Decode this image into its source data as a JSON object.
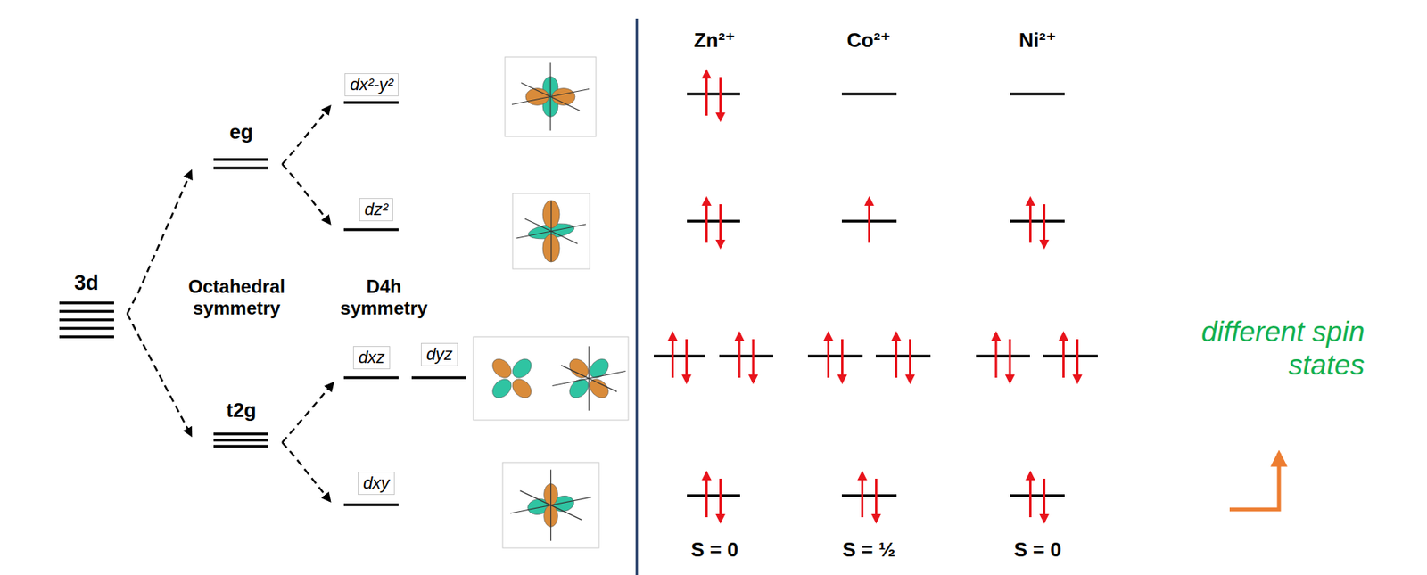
{
  "diagram": {
    "nodes": [
      {
        "text": [
          "dx²-y²"
        ]
      },
      {
        "text": [
          "dz²"
        ]
      },
      {
        "text": [
          "dxz"
        ]
      },
      {
        "text": [
          "dyz"
        ]
      },
      {
        "text": [
          "dxy"
        ]
      }
    ],
    "labels": [
      "3d",
      "eg",
      "Octahedral symmetry",
      "D4h symmetry",
      "t2g",
      "Zn²⁺",
      "Co²⁺",
      "Ni²⁺",
      "S = 0",
      "S = ½",
      "S = 0",
      "different spin states"
    ]
  }
}
